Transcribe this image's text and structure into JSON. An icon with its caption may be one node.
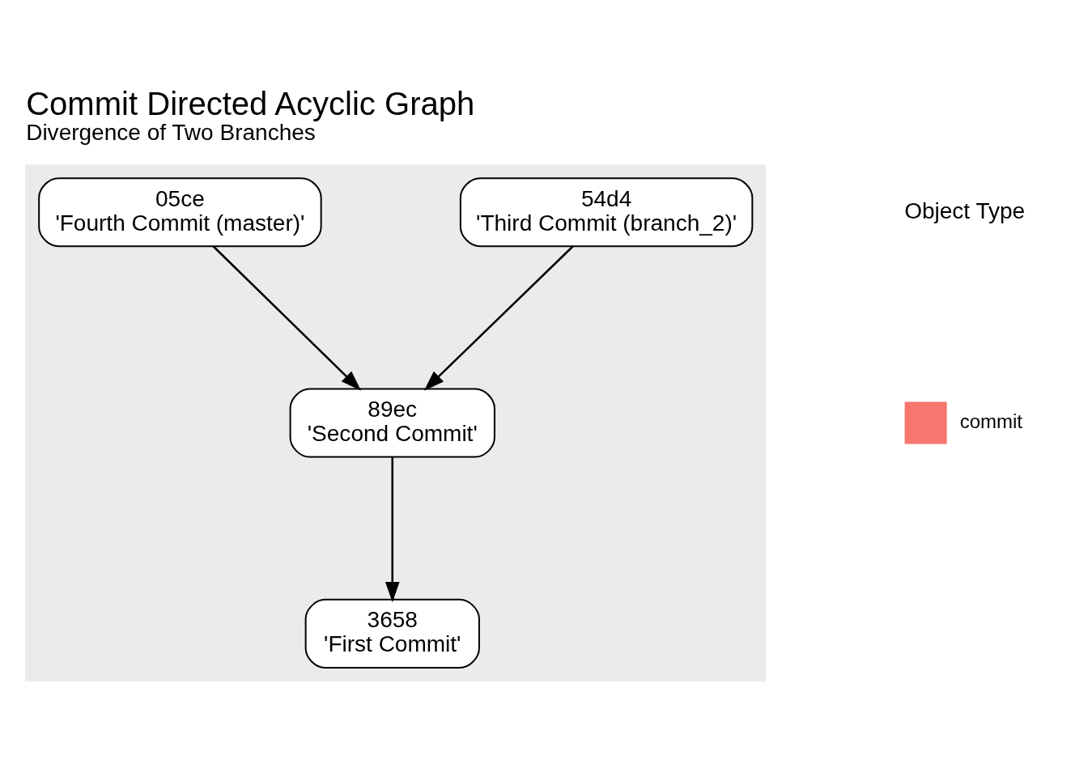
{
  "diagram": {
    "title": "Commit Directed Acyclic Graph",
    "caption": "Divergence of Two Branches",
    "nodes": [
      {
        "text": [],
        "shape": "box"
      },
      {
        "text": [
          "05ce",
          "'Fourth Commit (master)'"
        ],
        "in": 0
      },
      {
        "text": [
          "54d4",
          "'Third Commit (branch_2)'"
        ],
        "in": 0
      },
      {
        "text": [
          "89ec",
          "'Second Commit'"
        ],
        "in": 0
      },
      {
        "text": [
          "3658",
          "'First Commit'"
        ],
        "in": 0
      }
    ],
    "edges": [
      {
        "from": 1,
        "to": 3,
        "arrow": "to"
      },
      {
        "from": 2,
        "to": 3,
        "arrow": "to"
      },
      {
        "from": 3,
        "to": 4,
        "arrow": "to"
      }
    ],
    "labels": [
      "Object Type"
    ],
    "legend": [
      {
        "text": "commit",
        "color": "#f8766d"
      }
    ]
  }
}
